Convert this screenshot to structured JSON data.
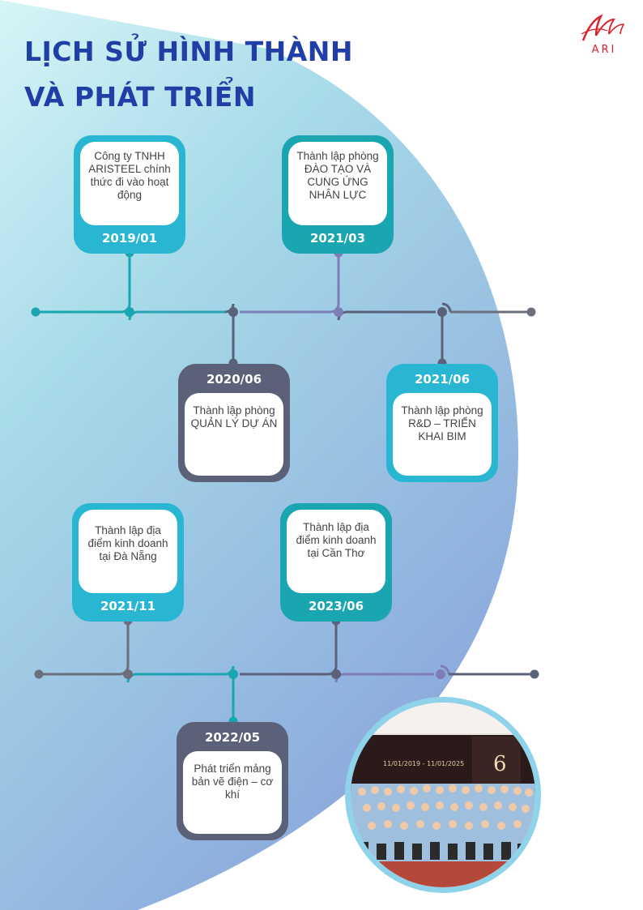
{
  "page": {
    "title_line1": "LỊCH SỬ HÌNH THÀNH",
    "title_line2": "VÀ PHÁT TRIỂN"
  },
  "logo": {
    "text": "ARI",
    "color": "#d9232e",
    "icon": "ari-logo-swoosh"
  },
  "colors": {
    "title": "#1f3ea6",
    "teal_light": "#29b6d3",
    "teal_dark": "#1aa6b0",
    "slate": "#5b6178",
    "purple": "#7c7fb6"
  },
  "milestones": [
    {
      "date": "2019/01",
      "text": "Công ty TNHH ARISTEEL chính thức đi vào hoạt động",
      "color": "#29b6d3"
    },
    {
      "date": "2020/06",
      "text": "Thành lập phòng QUẢN LÝ DỰ ÁN",
      "color": "#5b6178"
    },
    {
      "date": "2021/03",
      "text": "Thành lập phòng ĐÀO TẠO VÀ CUNG ỨNG NHÂN LỰC",
      "color": "#1aa6b0"
    },
    {
      "date": "2021/06",
      "text": "Thành lập phòng R&D – TRIỂN KHAI BIM",
      "color": "#29b6d3"
    },
    {
      "date": "2021/11",
      "text": "Thành lập địa điểm kinh doanh tại Đà Nẵng",
      "color": "#29b6d3"
    },
    {
      "date": "2022/05",
      "text": "Phát triển mảng bản vẽ điện – cơ khí",
      "color": "#5b6178"
    },
    {
      "date": "2023/06",
      "text": "Thành lập địa điểm kinh doanh tại Cần Thơ",
      "color": "#1aa6b0"
    }
  ],
  "photo": {
    "subject": "team-group-photo",
    "banner_text": "11/01/2019 - 11/01/2025"
  }
}
